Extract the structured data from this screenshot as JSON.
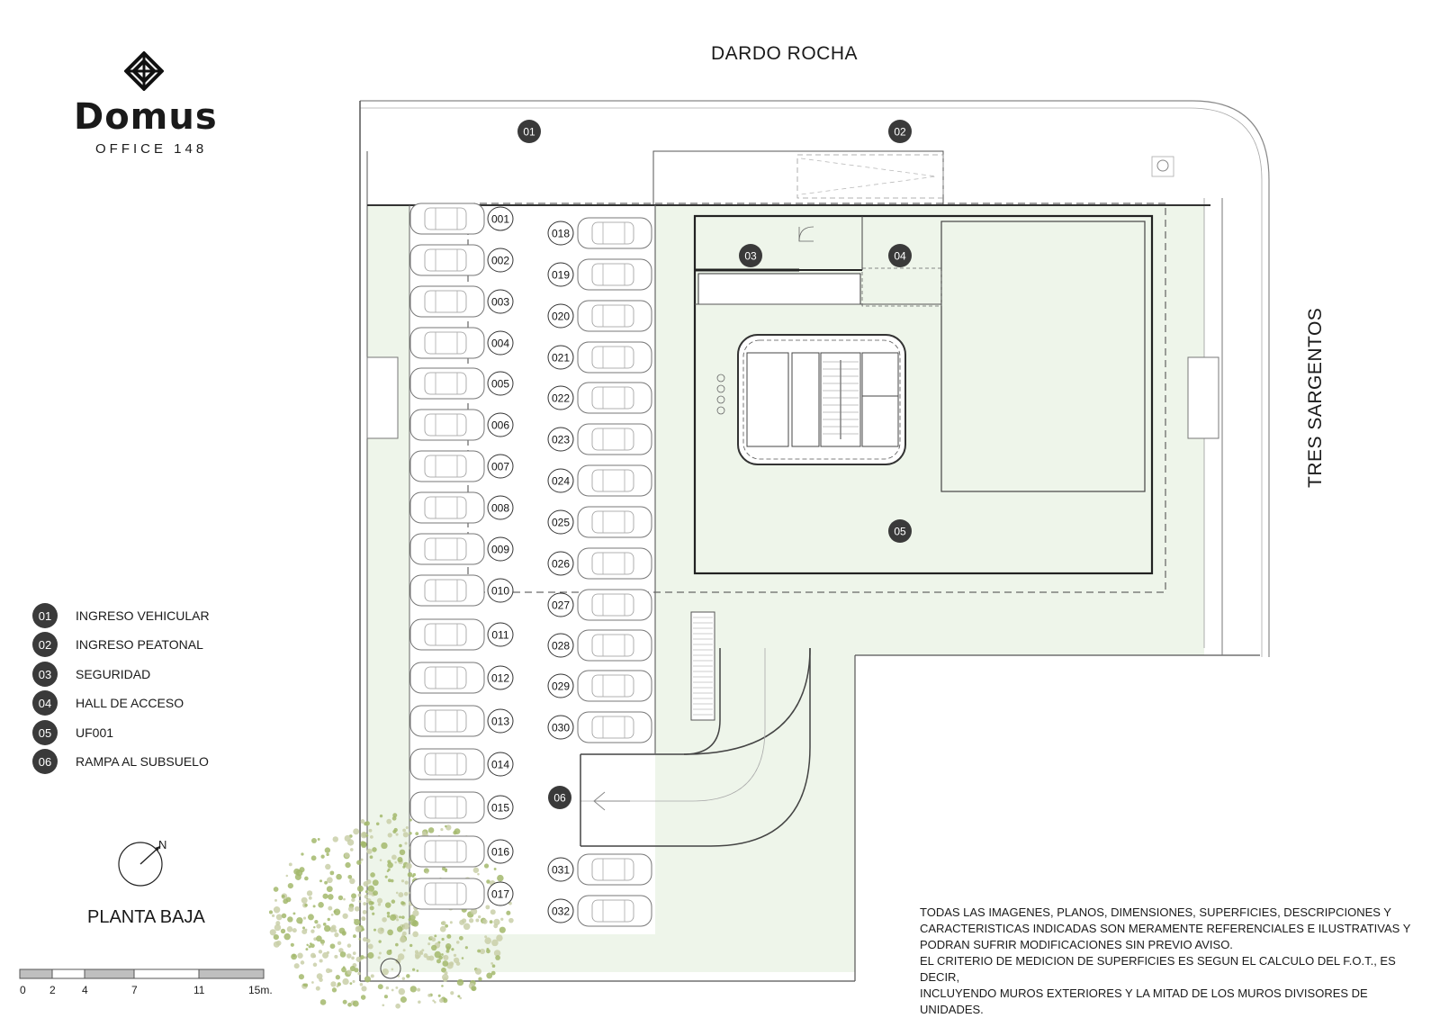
{
  "logo": {
    "name": "Domus",
    "subtitle": "OFFICE 148"
  },
  "streets": {
    "north": "DARDO ROCHA",
    "east": "TRES SARGENTOS"
  },
  "plan_title": "PLANTA BAJA",
  "north_label": "N",
  "legend": [
    {
      "num": "01",
      "label": "INGRESO VEHICULAR"
    },
    {
      "num": "02",
      "label": "INGRESO PEATONAL"
    },
    {
      "num": "03",
      "label": "SEGURIDAD"
    },
    {
      "num": "04",
      "label": "HALL DE ACCESO"
    },
    {
      "num": "05",
      "label": "UF001"
    },
    {
      "num": "06",
      "label": "RAMPA AL SUBSUELO"
    }
  ],
  "parking": {
    "left": [
      "001",
      "002",
      "003",
      "004",
      "005",
      "006",
      "007",
      "008",
      "009",
      "010",
      "011",
      "012",
      "013",
      "014",
      "015",
      "016",
      "017"
    ],
    "right_top": [
      "018",
      "019",
      "020",
      "021",
      "022",
      "023",
      "024",
      "025",
      "026",
      "027",
      "028",
      "029",
      "030"
    ],
    "right_bottom": [
      "031",
      "032"
    ]
  },
  "scale": {
    "ticks": [
      "0",
      "2",
      "4",
      "7",
      "11",
      "15m."
    ]
  },
  "disclaimer": [
    "TODAS LAS IMAGENES, PLANOS, DIMENSIONES, SUPERFICIES, DESCRIPCIONES Y",
    "CARACTERISTICAS INDICADAS SON MERAMENTE REFERENCIALES E ILUSTRATIVAS Y",
    "PODRAN SUFRIR MODIFICACIONES SIN PREVIO AVISO.",
    "EL CRITERIO DE MEDICION DE SUPERFICIES ES SEGUN EL CALCULO DEL F.O.T., ES DECIR,",
    "INCLUYENDO MUROS EXTERIORES Y LA MITAD DE LOS MUROS DIVISORES DE UNIDADES."
  ],
  "colors": {
    "green_area": "#eef5ea",
    "marker": "#3a3a3a",
    "wall": "#333333",
    "tree": "#a3b86c"
  }
}
